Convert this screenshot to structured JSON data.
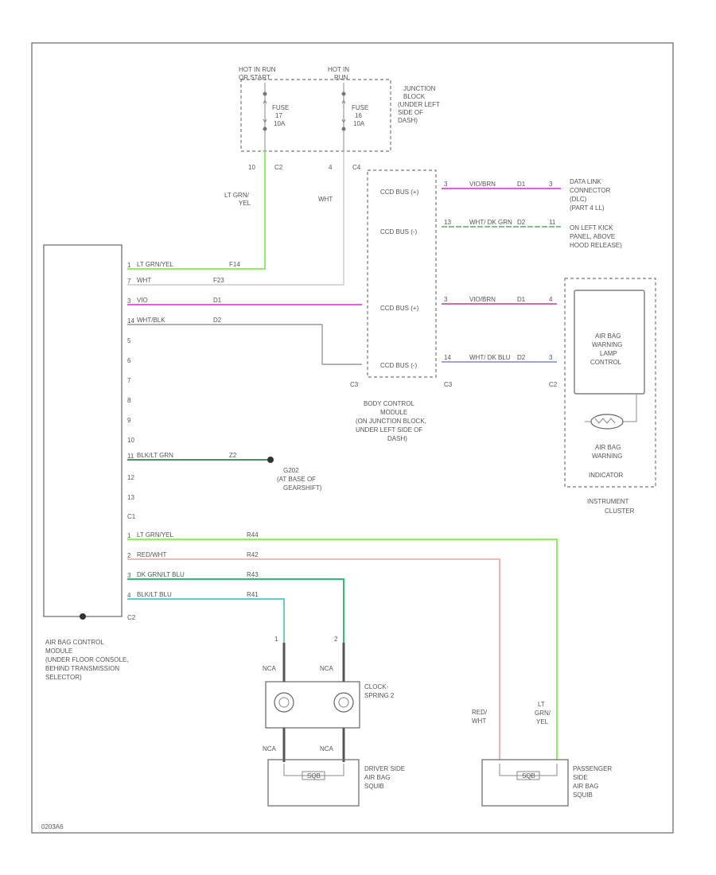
{
  "junction_block": {
    "hot_left": [
      "HOT IN RUN",
      "OR START"
    ],
    "hot_right": [
      "HOT IN",
      "RUN"
    ],
    "fuse_left": [
      "FUSE",
      "17",
      "10A"
    ],
    "fuse_right": [
      "FUSE",
      "16",
      "10A"
    ],
    "label": [
      "JUNCTION",
      "BLOCK",
      "(UNDER LEFT",
      "SIDE OF",
      "DASH)"
    ],
    "pins": [
      "10",
      "C2",
      "4",
      "C4"
    ]
  },
  "wire_labels": {
    "lt_grn_yel": [
      "LT GRN/",
      "YEL"
    ],
    "wht": "WHT"
  },
  "airbag_module": {
    "pins": [
      "1",
      "7",
      "3",
      "14",
      "5",
      "6",
      "7",
      "8",
      "9",
      "10",
      "11",
      "12",
      "13",
      "1",
      "2",
      "3",
      "4"
    ],
    "connector_c1": "C1",
    "connector_c2": "C2",
    "label": [
      "AIR BAG CONTROL",
      "MODULE",
      "(UNDER FLOOR CONSOLE,",
      "BEHIND TRANSMISSION",
      "SELECTOR)"
    ]
  },
  "module_wires": [
    {
      "color": "LT GRN/YEL",
      "circuit": "F14"
    },
    {
      "color": "WHT",
      "circuit": "F23"
    },
    {
      "color": "VIO",
      "circuit": "D1"
    },
    {
      "color": "WHT/BLK",
      "circuit": "D2"
    },
    {
      "color": "BLK/LT GRN",
      "circuit": "Z2"
    },
    {
      "color": "LT GRN/YEL",
      "circuit": "R44"
    },
    {
      "color": "RED/WHT",
      "circuit": "R42"
    },
    {
      "color": "DK GRN/LT BLU",
      "circuit": "R43"
    },
    {
      "color": "BLK/LT BLU",
      "circuit": "R41"
    }
  ],
  "bcm": {
    "buses": [
      "CCD BUS (+)",
      "CCD BUS (-)",
      "CCD BUS (+)",
      "CCD BUS (-)"
    ],
    "conn_c3_left": "C3",
    "conn_c3_right": "C3",
    "label": [
      "BODY CONTROL",
      "MODULE",
      "(ON JUNCTION BLOCK,",
      "UNDER LEFT SIDE OF",
      "DASH)"
    ]
  },
  "bcm_wires": [
    {
      "pin": "3",
      "color": "VIO/BRN",
      "circuit": "D1",
      "end": "3"
    },
    {
      "pin": "13",
      "color": "WHT/ DK GRN",
      "circuit": "D2",
      "end": "11"
    },
    {
      "pin": "3",
      "color": "VIO/BRN",
      "circuit": "D1",
      "end": "4"
    },
    {
      "pin": "14",
      "color": "WHT/ DK BLU",
      "circuit": "D2",
      "end": "3"
    }
  ],
  "dlc": {
    "label": [
      "DATA LINK",
      "CONNECTOR",
      "(DLC)",
      "(PART 4 LL)",
      "ON LEFT KICK",
      "PANEL, ABOVE",
      "HOOD RELEASE)"
    ]
  },
  "instrument_cluster": {
    "lamp_control": [
      "AIR BAG",
      "WARNING",
      "LAMP",
      "CONTROL"
    ],
    "indicator": [
      "AIR BAG",
      "WARNING",
      "INDICATOR"
    ],
    "connector": "C2",
    "label": [
      "INSTRUMENT",
      "CLUSTER"
    ]
  },
  "ground": {
    "label": [
      "G202",
      "(AT BASE OF",
      "GEARSHIFT)"
    ]
  },
  "clockspring": {
    "pins_top": [
      "1",
      "2"
    ],
    "wire_top": [
      "NCA",
      "NCA"
    ],
    "wire_bottom": [
      "NCA",
      "NCA"
    ],
    "label": [
      "CLOCK-",
      "SPRING 2"
    ]
  },
  "driver_squib": {
    "label": [
      "DRIVER SIDE",
      "AIR BAG",
      "SQUIB"
    ],
    "inner": "SQB"
  },
  "passenger_squib": {
    "wire_left": [
      "RED/",
      "WHT"
    ],
    "wire_right": [
      "LT",
      "GRN/",
      "YEL"
    ],
    "label": [
      "PASSENGER",
      "SIDE",
      "AIR BAG",
      "SQUIB"
    ],
    "inner": "SQB"
  },
  "footer": "0203A6",
  "colors": {
    "lt_grn": "#8ef05a",
    "vio": "#ee55ee",
    "vio_brn": "#d86aa8",
    "wht_dk_grn": "#5fa86a",
    "wht_dk_blu": "#7f86d6",
    "blk_lt_grn": "#3e9a5a",
    "red_wht": "#f0a0a0",
    "dk_grn_lt_blu": "#2fbf7a",
    "blk_lt_blu": "#6fc9c9",
    "wht": "#cccccc",
    "wht_blk": "#999999"
  }
}
